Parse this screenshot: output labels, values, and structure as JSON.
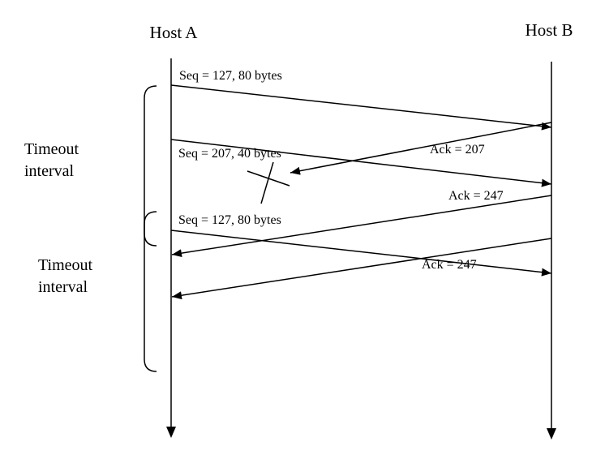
{
  "hosts": {
    "a": "Host A",
    "b": "Host B"
  },
  "messages": [
    {
      "from": "A",
      "to": "B",
      "label": "Seq = 127, 80 bytes",
      "lost": false
    },
    {
      "from": "A",
      "to": "B",
      "label": "Seq = 207, 40 bytes",
      "lost": false
    },
    {
      "from": "B",
      "to": "A",
      "label": "Ack = 207",
      "lost": true
    },
    {
      "from": "B",
      "to": "A",
      "label": "Ack = 247",
      "lost": false
    },
    {
      "from": "A",
      "to": "B",
      "label": "Seq = 127, 80 bytes",
      "lost": false
    },
    {
      "from": "B",
      "to": "A",
      "label": "Ack = 247",
      "lost": false
    }
  ],
  "timeouts": [
    {
      "line1": "Timeout",
      "line2": "interval"
    },
    {
      "line1": "Timeout",
      "line2": "interval"
    }
  ]
}
